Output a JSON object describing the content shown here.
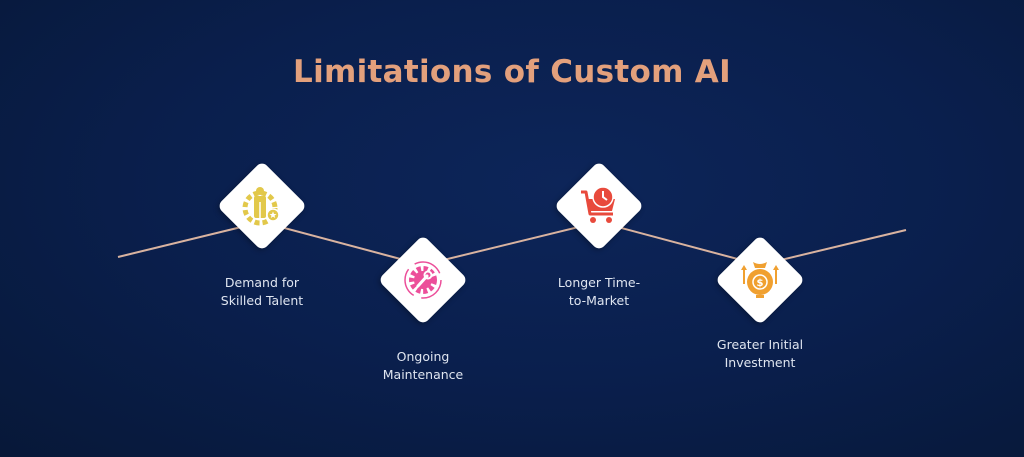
{
  "title": "Limitations of Custom AI",
  "colors": {
    "accent": "#e3a07c",
    "line": "#d9b3a0",
    "background": "#0a1f4d"
  },
  "items": [
    {
      "label_line1": "Demand for",
      "label_line2": "Skilled Talent",
      "icon": "skilled-talent-gear-person-icon",
      "color": "#e2c84a"
    },
    {
      "label_line1": "Ongoing",
      "label_line2": "Maintenance",
      "icon": "maintenance-gear-wrench-icon",
      "color": "#ec4f9a"
    },
    {
      "label_line1": "Longer Time-",
      "label_line2": "to-Market",
      "icon": "cart-clock-icon",
      "color": "#e84a3c"
    },
    {
      "label_line1": "Greater Initial",
      "label_line2": "Investment",
      "icon": "money-bag-growth-icon",
      "color": "#f0a030"
    }
  ]
}
